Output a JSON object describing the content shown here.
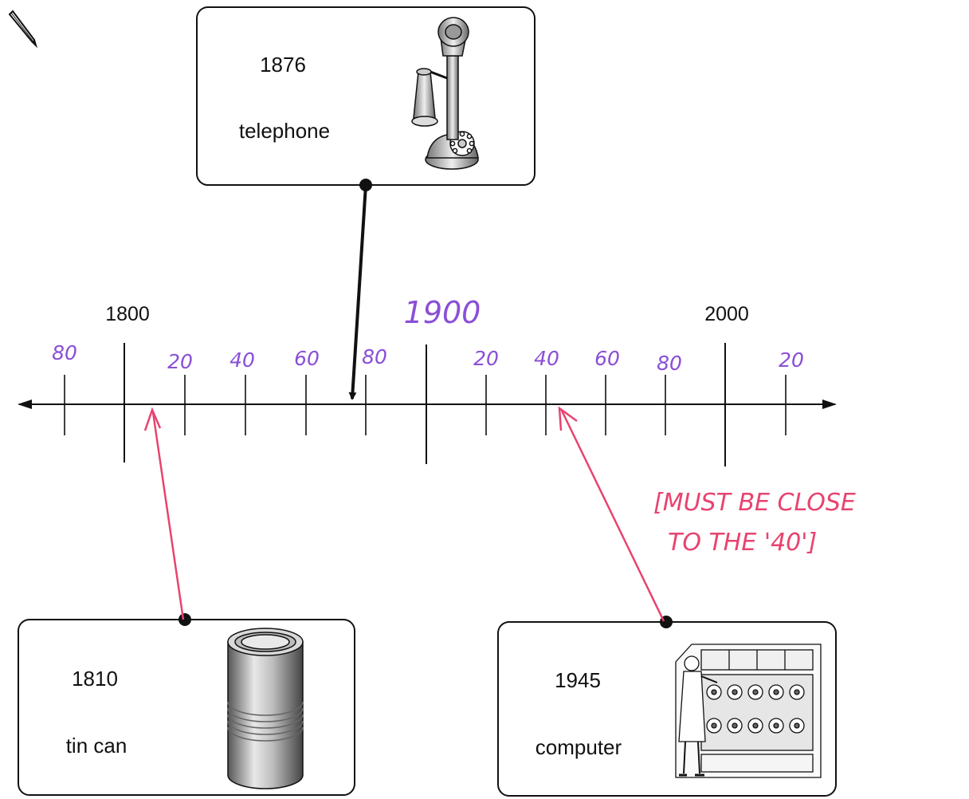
{
  "timeline": {
    "century_labels": [
      "1800",
      "1900",
      "2000"
    ],
    "minor_labels": [
      "80",
      "20",
      "40",
      "60",
      "80",
      "20",
      "40",
      "60",
      "80",
      "20"
    ],
    "handwriting_color": "#8a4fd6",
    "line_color": "#111111"
  },
  "events": [
    {
      "year": "1876",
      "name": "telephone",
      "icon": "candlestick-telephone-icon",
      "arrow_color": "#111111"
    },
    {
      "year": "1810",
      "name": "tin can",
      "icon": "tin-can-icon",
      "arrow_color": "#e8436f"
    },
    {
      "year": "1945",
      "name": "computer",
      "icon": "computer-operator-icon",
      "arrow_color": "#e8436f"
    }
  ],
  "annotation": {
    "line1": "[MUST BE CLOSE",
    "line2": "TO THE '40']",
    "color": "#e8436f"
  },
  "pencil_icon": "pencil-icon"
}
